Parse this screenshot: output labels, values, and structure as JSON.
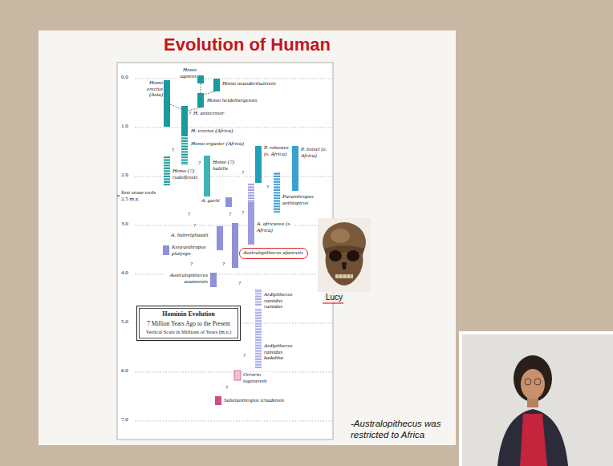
{
  "diagram": {
    "title": "Evolution of Human",
    "nodes": [
      {
        "text": [
          "Australopithecus afarensis"
        ]
      },
      {
        "text": [
          "Hominin Evolution",
          "7 Million Years Ago to the Present",
          "Vertical Scale in Millions of Years (m.y.)"
        ]
      }
    ],
    "labels": [
      "0.0",
      "1.0",
      "2.0",
      "3.0",
      "4.0",
      "5.0",
      "6.0",
      "7.0",
      "Homo sapiens",
      "Homo neanderthalensis",
      "Homo erectus (Asia)",
      "?",
      "H. antecessor",
      "Homo heidelbergensis",
      "H. erectus (Africa)",
      "Homo ergaster (Africa)",
      "P. robustus (s. Africa)",
      "P. boisei (e. Africa)",
      "?",
      "Homo (?) rudolfensis",
      "?",
      "Homo (?) habilis",
      "?",
      "?",
      "Paranthropus aethiopicus",
      "first stone tools 2.5 m.y.",
      "A. garhi",
      "?",
      "?",
      "?",
      "A. africanus (s. Africa)",
      "?",
      "A. bahrelghazali",
      "Kenyanthropus platyops",
      "?",
      "?",
      "Australopithecus anamensis",
      "?",
      "Ardipithecus ramidus ramidus",
      "Ardipithecus ramidus kadabba",
      "?",
      "Orrorin tugenensis",
      "?",
      "Sahelanthropus tchadensis",
      "Lucy",
      "-Australopithecus was restricted to Africa"
    ]
  }
}
